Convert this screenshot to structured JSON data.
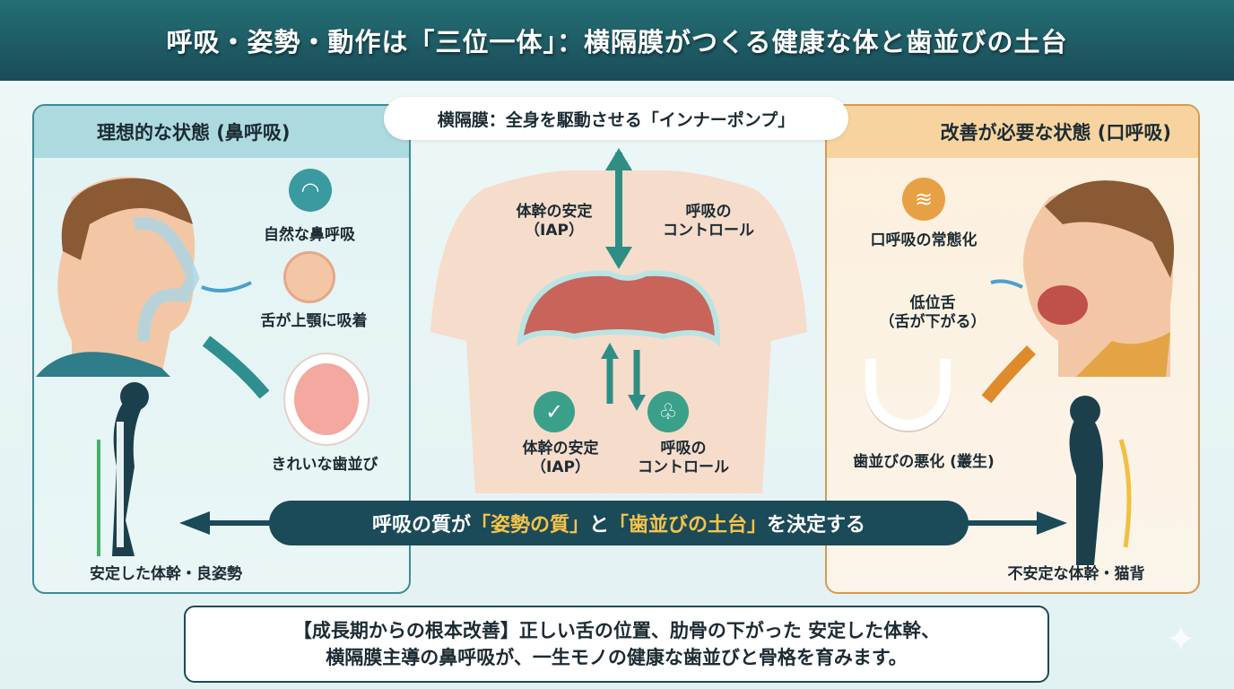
{
  "title": "呼吸・姿勢・動作は「三位一体」：横隔膜がつくる健康な体と歯並びの土台",
  "center": {
    "pill": "横隔膜：全身を駆動させる「インナーポンプ」",
    "upper_left": [
      "体幹の安定",
      "（IAP）"
    ],
    "upper_right": [
      "呼吸の",
      "コントロール"
    ],
    "lower_left": [
      "体幹の安定",
      "（IAP）"
    ],
    "lower_right": [
      "呼吸の",
      "コントロール"
    ]
  },
  "left": {
    "title": "理想的な状態 (鼻呼吸)",
    "items": [
      "自然な鼻呼吸",
      "舌が上顎に吸着",
      "きれいな歯並び",
      "安定した体幹・良姿勢"
    ]
  },
  "right": {
    "title": "改善が必要な状態 (口呼吸)",
    "items": [
      "口呼吸の常態化",
      "低位舌",
      "（舌が下がる）",
      "歯並びの悪化 (叢生)",
      "不安定な体幹・猫背"
    ]
  },
  "banner": {
    "a": "呼吸の質が",
    "b": "「姿勢の質」",
    "c": "と",
    "d": "「歯並びの土台」",
    "e": "を決定する"
  },
  "bottom": {
    "line1": "【成長期からの根本改善】正しい舌の位置、肋骨の下がった 安定した体幹、",
    "line2": "横隔膜主導の鼻呼吸が、一生モノの健康な歯並びと骨格を育みます。"
  },
  "colors": {
    "header": "#1a4c59",
    "good": "#3f8a92",
    "bad": "#d59a55",
    "accent": "#f6c34a"
  }
}
